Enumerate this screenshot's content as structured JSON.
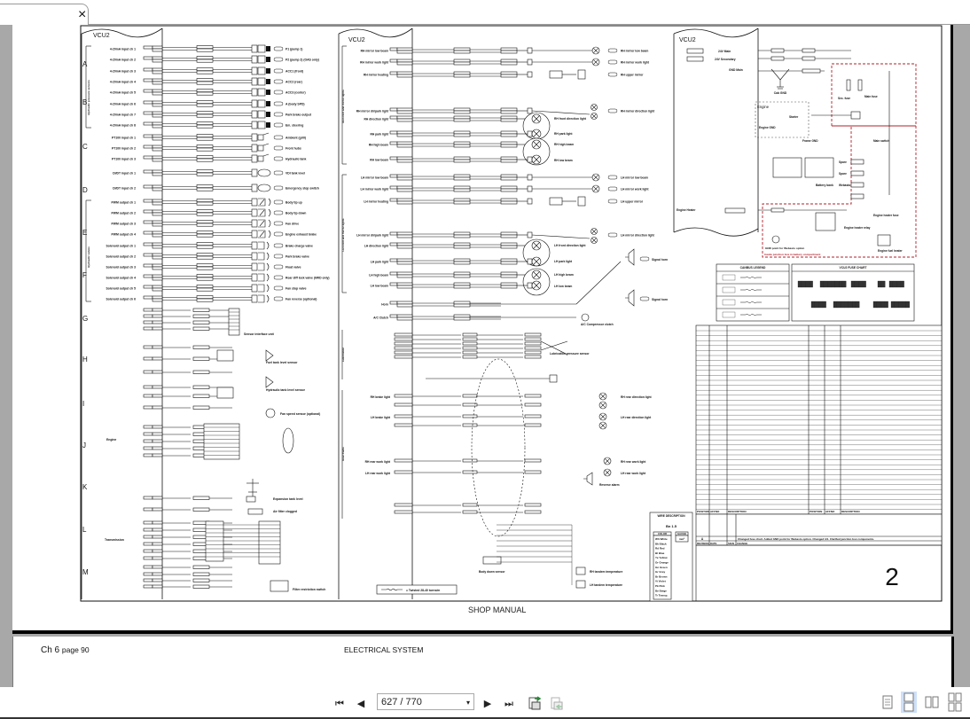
{
  "viewer": {
    "tab_close": "×",
    "page_indicator": "627 / 770",
    "dropdown_arrow": "▾",
    "nav": {
      "first": "⏮",
      "prev": "◀",
      "next": "▶",
      "last": "⏭"
    },
    "views": [
      "single-page",
      "continuous",
      "two-page",
      "two-page-continuous"
    ],
    "selected_view": "continuous",
    "accent": "#cfe0f7"
  },
  "page": {
    "shop_manual": "SHOP MANUAL",
    "chapter": "Ch 6",
    "page_label": "page 90",
    "section": "ELECTRICAL SYSTEM",
    "sheet_number": "2"
  },
  "schematic": {
    "vcu": "VCU2",
    "letters": [
      "A",
      "B",
      "C",
      "D",
      "E",
      "F",
      "G",
      "H",
      "I",
      "J",
      "K",
      "L",
      "M"
    ],
    "left_groups": [
      "Hydraulic pressure sensors",
      "Hydraulic valves"
    ],
    "left_rows": [
      {
        "label": "4-20mA input ch 1",
        "device": "P1 (pump 1)"
      },
      {
        "label": "4-20mA input ch 2",
        "device": "P2 (pump 2) (OAS only)"
      },
      {
        "label": "4-20mA input ch 3",
        "device": "ACC1 (front)"
      },
      {
        "label": "4-20mA input ch 4",
        "device": "ACC2 (rear)"
      },
      {
        "label": "4-20mA input ch 5",
        "device": "ACC3 (center)"
      },
      {
        "label": "4-20mA input ch 6",
        "device": "A (body SPD)"
      },
      {
        "label": "4-20mA input ch 7",
        "device": "Park brake output"
      },
      {
        "label": "4-20mA input ch 8",
        "device": "Em. steering"
      },
      {
        "label": "PT100 input ch 1",
        "device": "Ambient (grill)"
      },
      {
        "label": "PT100 input ch 2",
        "device": "Front hubs"
      },
      {
        "label": "PT100 input ch 3",
        "device": "Hydraulic tank"
      },
      {
        "label": "DI/DT input ch 1",
        "device": "VDI tank level"
      },
      {
        "label": "DI/DT input ch 2",
        "device": "Emergency stop switch"
      },
      {
        "label": "PWM output ch 1",
        "device": "Body tip up"
      },
      {
        "label": "PWM output ch 2",
        "device": "Body tip down"
      },
      {
        "label": "PWM output ch 3",
        "device": "Fan drive"
      },
      {
        "label": "PWM output ch 4",
        "device": "Engine exhaust brake"
      },
      {
        "label": "Solenoid output ch 1",
        "device": "Brake charge valve"
      },
      {
        "label": "Solenoid output ch 2",
        "device": "Park brake valve"
      },
      {
        "label": "Solenoid output ch 3",
        "device": "Float valve"
      },
      {
        "label": "Solenoid output ch 4",
        "device": "Rear diff lock valve (6WD only)"
      },
      {
        "label": "Solenoid output ch 5",
        "device": "Fan stop valve"
      },
      {
        "label": "Solenoid output ch 6",
        "device": "Fan reverse (optional)"
      }
    ],
    "lower_left": [
      {
        "label": "Sensor interface unit"
      },
      {
        "label": "Fuel tank level sensor"
      },
      {
        "label": "Hydraulic tank level sensor"
      },
      {
        "label": "Fan speed sensor (optional)"
      },
      {
        "label": "Engine"
      },
      {
        "label": "Expansion tank level"
      },
      {
        "label": "Air filter clogged"
      },
      {
        "label": "Transmission"
      },
      {
        "label": "Filter restriction switch"
      }
    ],
    "mid_groups": [
      "RH Front and mirror lights",
      "LH Front and mirror lights",
      "Lubrication",
      "Rear frame"
    ],
    "mid_rows": [
      {
        "label": "RH mirror low beam",
        "device": "RH mirror low beam"
      },
      {
        "label": "RH mirror work light",
        "device": "RH mirror work light"
      },
      {
        "label": "RH mirror heating",
        "device": "RH upper mirror"
      },
      {
        "label": "RH mirror dir/park light",
        "device": "RH mirror direction light"
      },
      {
        "label": "RH direction light",
        "device": "RH front direction light"
      },
      {
        "label": "RH park light",
        "device": "RH park light"
      },
      {
        "label": "RH high beam",
        "device": "RH high beam"
      },
      {
        "label": "RH low beam",
        "device": "RH low beam"
      },
      {
        "label": "LH mirror low beam",
        "device": "LH mirror low beam"
      },
      {
        "label": "LH mirror work light",
        "device": "LH mirror work light"
      },
      {
        "label": "LH mirror heating",
        "device": "LH upper mirror"
      },
      {
        "label": "LH mirror dir/park light",
        "device": "LH mirror direction light"
      },
      {
        "label": "LH direction light",
        "device": "LH front direction light"
      },
      {
        "label": "LH park light",
        "device": "LH park light"
      },
      {
        "label": "LH high beam",
        "device": "LH high beam"
      },
      {
        "label": "LH low beam",
        "device": "LH low beam"
      },
      {
        "label": "Horn",
        "device": "Signal horn"
      },
      {
        "label": "A/C Clutch",
        "device": "A/C Compressor clutch"
      }
    ],
    "mid_lower": [
      {
        "label": "RH brake light",
        "device": "RH rear direction light"
      },
      {
        "label": "LH brake light",
        "device": "LH rear direction light"
      },
      {
        "label": "RH rear work light",
        "device": "RH rear work light"
      },
      {
        "label": "LH rear work light",
        "device": "LH rear work light"
      },
      {
        "label": "Reverse alarm",
        "device": "Reverse alarm"
      },
      {
        "label": "Lubrication pressure sensor",
        "device": "Lubrication pressure sensor"
      },
      {
        "label": "Body down sensor",
        "device": "Body down sensor"
      },
      {
        "label": "RH tandem temperature",
        "device": "RH tandem temperature"
      },
      {
        "label": "LH tandem temperature",
        "device": "LH tandem temperature"
      }
    ],
    "right_labels": {
      "main24": "24V Main",
      "sec24": "24V Secondary",
      "gnd": "GND Main",
      "cab_gnd": "Cab GND",
      "engine": "Engine",
      "engine_gnd": "Engine GND",
      "starter": "Starter",
      "frame_gnd": "Frame GND",
      "battery": "Battery bank",
      "main_switch": "Main switch",
      "main_fuse": "Main fuse",
      "sec_fuse": "Sec. fuse",
      "spare1": "Spare",
      "spare2": "Spare",
      "webasto": "Webasto",
      "heater_fuse": "Engine heater fuse",
      "heater_relay": "Engine heater relay",
      "fuel_heater": "Engine fuel heater",
      "engine_heater": "Engine Heater",
      "gnd_point": "GND point for Webasto option",
      "junction_note": "Inside junction box in battery compartment"
    },
    "twisted_note": "= Twisted 28-40 turns/m",
    "canbus_legend": "CANBUS LEGEND",
    "fuse_chart": "VCU2 FUSE CHART",
    "wire_description": {
      "title": "WIRE DESCRIPTION",
      "example": "Bn 1.5",
      "color_header": "COLOR",
      "gauge_header": "GAUGE",
      "gauge_unit": "mm²",
      "colors": [
        "Wh White",
        "Bk Black",
        "Rd Red",
        "Bl Blue",
        "Ye Yellow",
        "Or Orange",
        "Gn Green",
        "Gr Grey",
        "Br Brown",
        "Vi Violet",
        "Pk Pink",
        "Be Beige",
        "Tr Transp."
      ]
    },
    "position_headers": [
      "POSITION",
      "AFFNO",
      "DESCRIPTION"
    ],
    "revision": {
      "headers": [
        "REVISION",
        "DATE",
        "SIGN",
        "CHANGE"
      ],
      "rev": "A",
      "change": "Changed fuse chart. Added GND point for Webasto option. Changed IJ1. Clarified junction box components."
    },
    "colors": {
      "line": "#111111",
      "junction_dash": "#b0202a"
    }
  }
}
